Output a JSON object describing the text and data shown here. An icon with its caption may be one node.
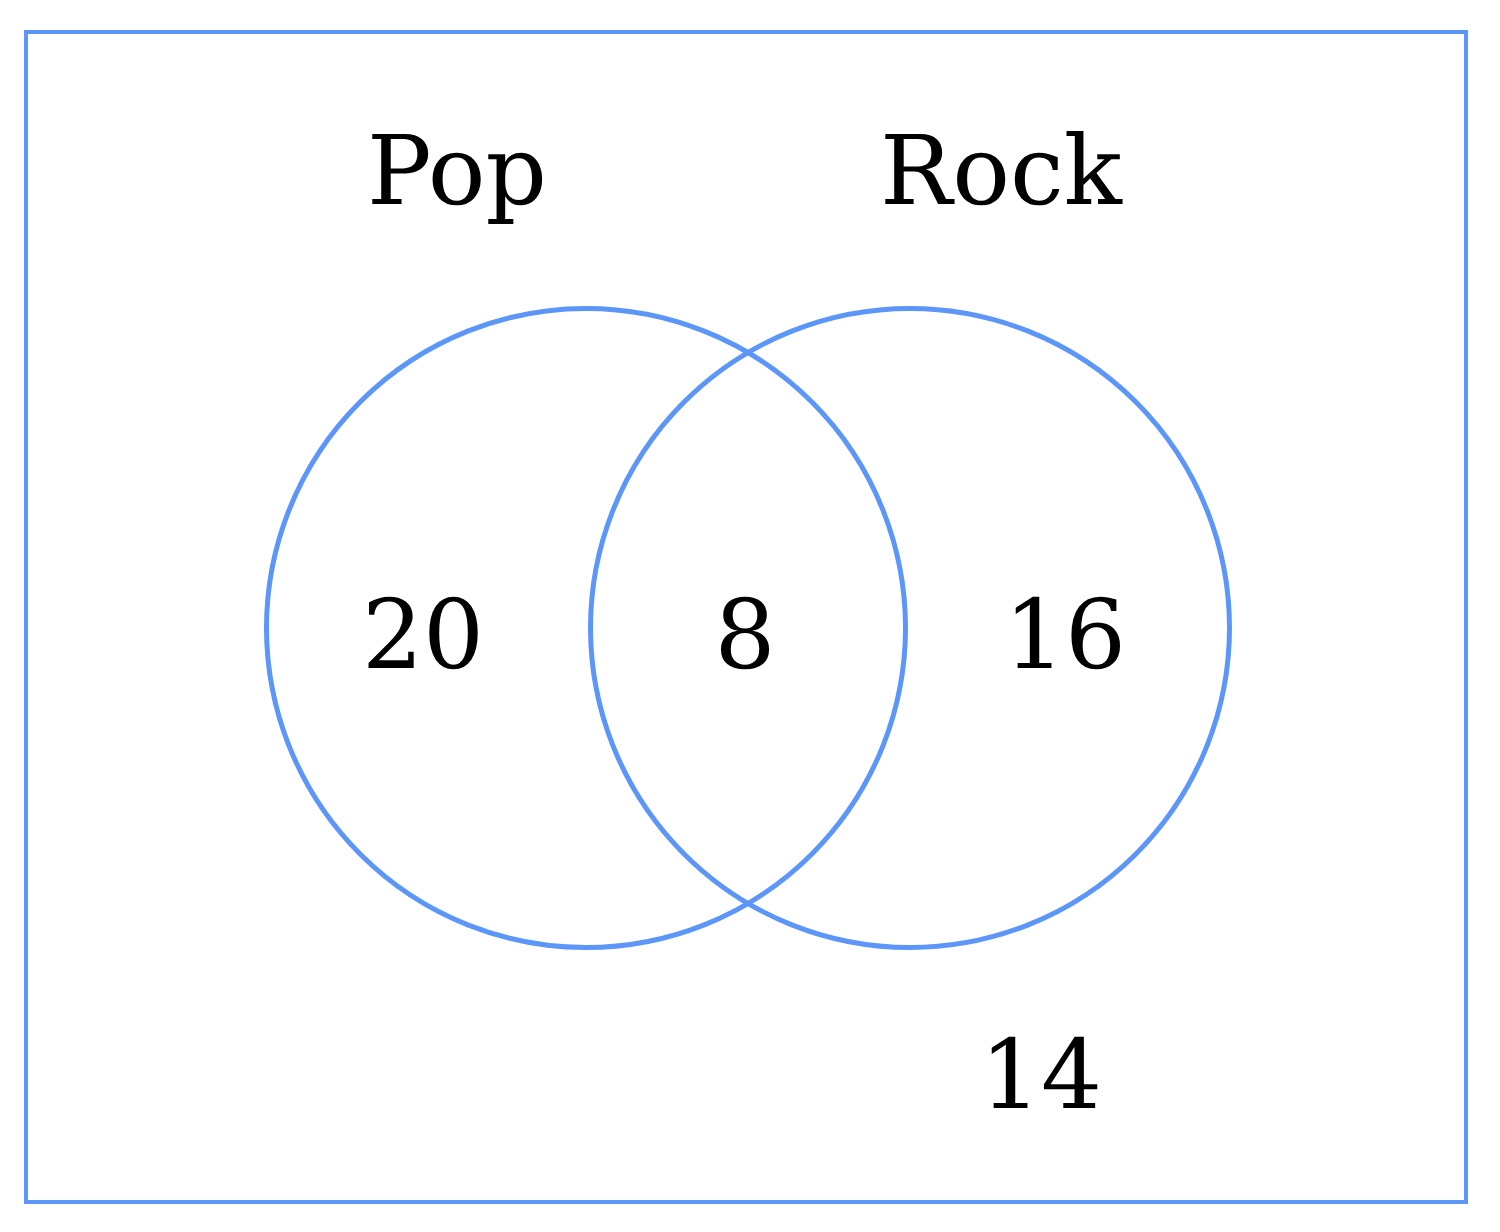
{
  "diagram": {
    "nodes": [
      {
        "text": [
          "14"
        ]
      },
      {
        "text": [
          "Pop",
          "20"
        ],
        "in": 0
      },
      {
        "text": [
          "Rock",
          "16"
        ],
        "in": 0
      }
    ],
    "labels": [
      "8"
    ]
  }
}
